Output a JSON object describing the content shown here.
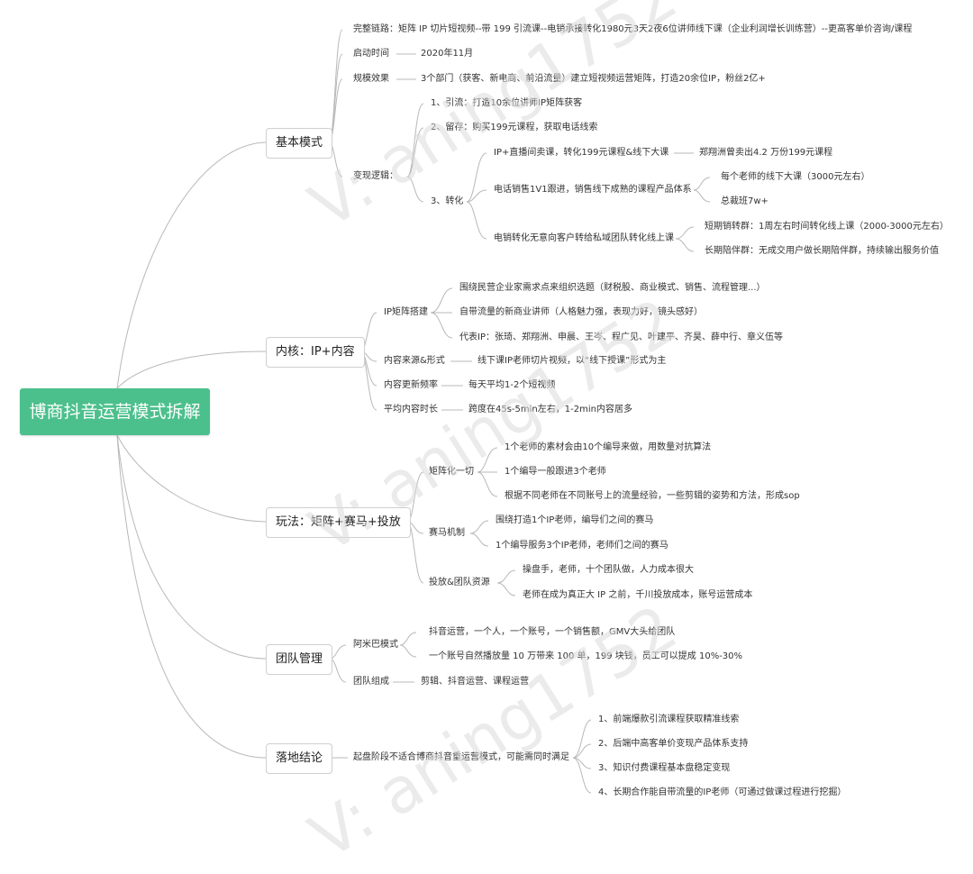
{
  "root": "博商抖音运营模式拆解",
  "watermark": "V: aning1752",
  "branches": {
    "b1": {
      "label": "基本模式",
      "c1": "完整链路：矩阵 IP 切片短视频--带 199 引流课--电销承接转化1980元3天2夜6位讲师线下课（企业利润增长训练营）--更高客单价咨询/课程",
      "c2": "启动时间",
      "c2v": "2020年11月",
      "c3": "规模效果",
      "c3v": "3个部门（获客、新电商、前沿流量）建立短视频运营矩阵，打造20余位IP，粉丝2亿+",
      "c4": "变现逻辑：",
      "s1": "1、引流：打造10余位讲师IP矩阵获客",
      "s2": "2、留存：购买199元课程，获取电话线索",
      "s3": "3、转化",
      "t1": "IP+直播间卖课，转化199元课程&线下大课",
      "t1v": "郑翔洲曾卖出4.2 万份199元课程",
      "t2": "电话销售1V1跟进，销售线下成熟的课程产品体系",
      "t2a": "每个老师的线下大课（3000元左右）",
      "t2b": "总裁班7w+",
      "t3": "电销转化无意向客户转给私域团队转化线上课",
      "t3a": "短期销转群：1周左右时间转化线上课（2000-3000元左右）",
      "t3b": "长期陪伴群：无成交用户做长期陪伴群，持续输出服务价值"
    },
    "b2": {
      "label": "内核：IP+内容",
      "c1": "IP矩阵搭建",
      "c1a": "围绕民营企业家需求点来组织选题（财税股、商业模式、销售、流程管理...）",
      "c1b": "自带流量的新商业讲师（人格魅力强，表现力好，镜头感好）",
      "c1c": "代表IP：张琦、郑翔洲、申晨、王岑、程广见、叶建平、齐昊、薛中行、章义伍等",
      "c2": "内容来源&形式",
      "c2v": "线下课IP老师切片视频，以“线下授课”形式为主",
      "c3": "内容更新频率",
      "c3v": "每天平均1-2个短视频",
      "c4": "平均内容时长",
      "c4v": "跨度在45s-5min左右，1-2min内容居多"
    },
    "b3": {
      "label": "玩法：矩阵+赛马+投放",
      "c1": "矩阵化一切",
      "c1a": "1个老师的素材会由10个编导来做，用数量对抗算法",
      "c1b": "1个编导一般跟进3个老师",
      "c1c": "根据不同老师在不同账号上的流量经验，一些剪辑的姿势和方法，形成sop",
      "c2": "赛马机制",
      "c2a": "围绕打造1个IP老师，编导们之间的赛马",
      "c2b": "1个编导服务3个IP老师，老师们之间的赛马",
      "c3": "投放&团队资源",
      "c3a": "操盘手，老师，十个团队做，人力成本很大",
      "c3b": "老师在成为真正大 IP 之前，千川投放成本，账号运营成本"
    },
    "b4": {
      "label": "团队管理",
      "c1": "阿米巴模式",
      "c1a": "抖音运营，一个人，一个账号，一个销售额，GMV大头给团队",
      "c1b": "一个账号自然播放量 10 万带来 100 单，199 块钱，员工可以提成 10%-30%",
      "c2": "团队组成",
      "c2v": "剪辑、抖音运营、课程运营"
    },
    "b5": {
      "label": "落地结论",
      "c1": "起盘阶段不适合博商抖音重运营模式，可能需同时满足",
      "c1a": "1、前端爆款引流课程获取精准线索",
      "c1b": "2、后端中高客单价变现产品体系支持",
      "c1c": "3、知识付费课程基本盘稳定变现",
      "c1d": "4、长期合作能自带流量的IP老师（可通过做课过程进行挖掘）"
    }
  }
}
